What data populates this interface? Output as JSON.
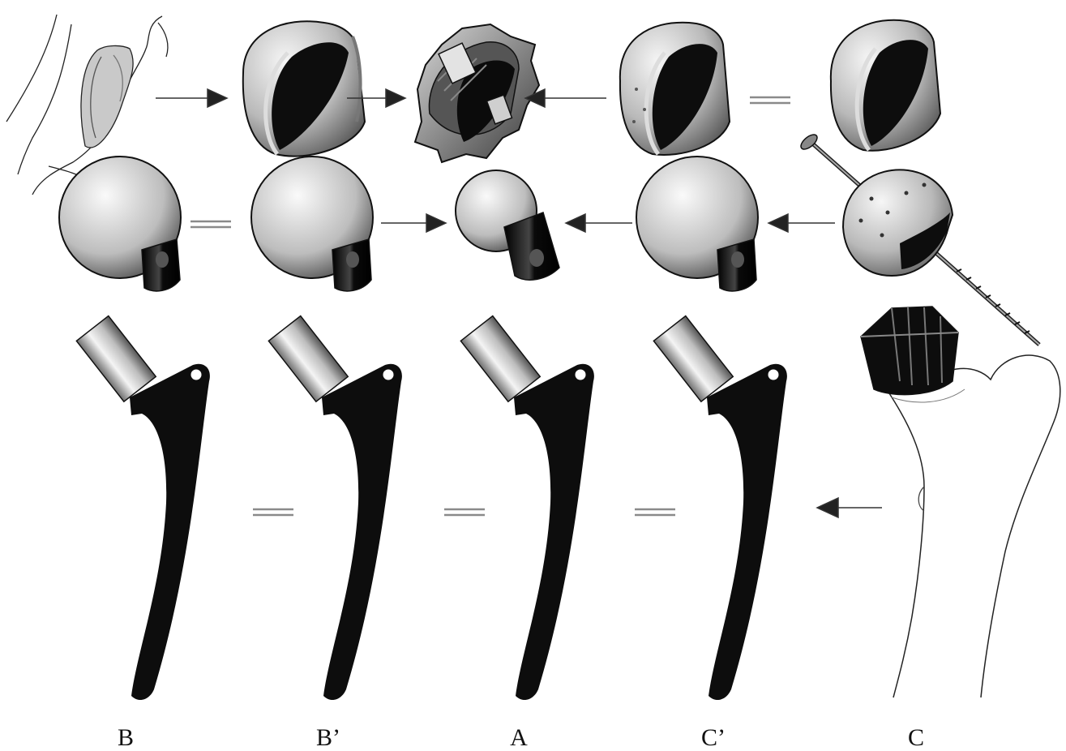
{
  "figure": {
    "columns": [
      {
        "id": "B",
        "label": "B"
      },
      {
        "id": "B_prime",
        "label": "B’"
      },
      {
        "id": "A",
        "label": "A"
      },
      {
        "id": "C_prime",
        "label": "C’"
      },
      {
        "id": "C",
        "label": "C"
      }
    ],
    "rows": [
      {
        "name": "acetabular-row",
        "relations": [
          "arrow-right",
          "arrow-right",
          "arrow-left",
          "equals"
        ]
      },
      {
        "name": "femoral-head-row",
        "relations": [
          "equals",
          "arrow-right",
          "arrow-left",
          "arrow-left"
        ]
      },
      {
        "name": "femoral-stem-row",
        "relations": [
          "equals",
          "equals",
          "equals",
          "arrow-left"
        ]
      }
    ],
    "colors": {
      "stroke": "#111111",
      "implant_dark": "#0d0d0d",
      "metal_light": "#f2f2f2",
      "metal_mid": "#9a9a9a",
      "equals_gray": "#8a8a8a"
    }
  }
}
